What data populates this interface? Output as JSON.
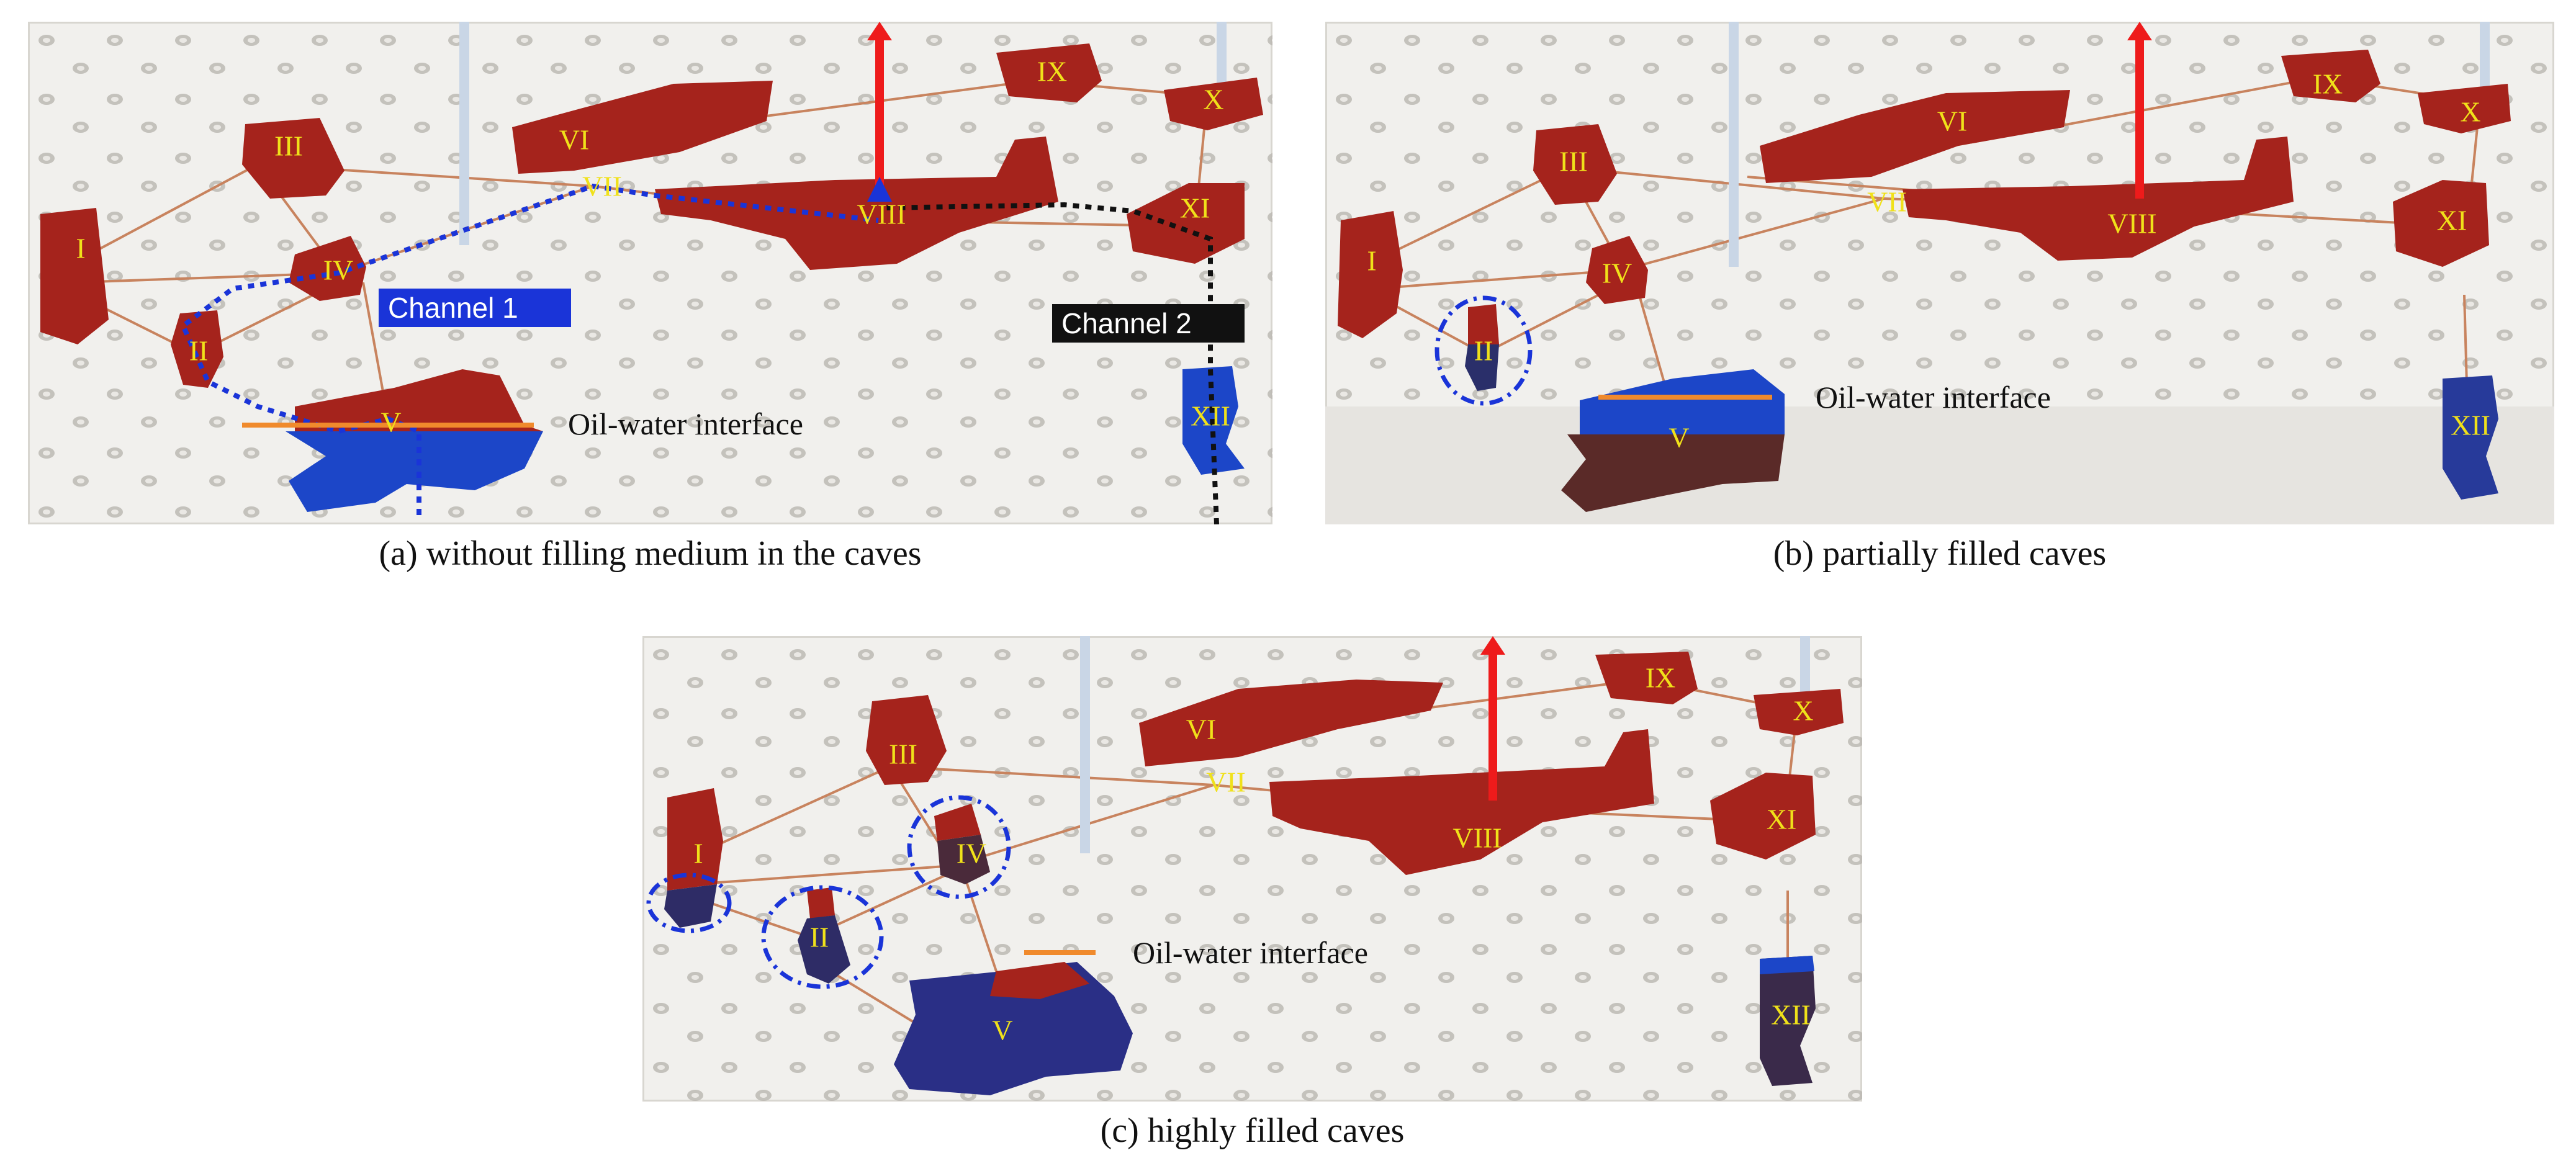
{
  "panels": {
    "a": {
      "caption": "(a) without filling medium in the caves",
      "interface_label": "Oil-water interface",
      "channel1": "Channel 1",
      "channel2": "Channel 2"
    },
    "b": {
      "caption": "(b) partially filled  caves",
      "interface_label": "Oil-water interface"
    },
    "c": {
      "caption": "(c) highly filled  caves",
      "interface_label": "Oil-water interface"
    }
  },
  "cave_labels": [
    "I",
    "II",
    "III",
    "IV",
    "V",
    "VI",
    "VII",
    "VIII",
    "IX",
    "X",
    "XI",
    "XII"
  ],
  "colors": {
    "oil": "#a5231c",
    "water": "#1c46c8",
    "interface": "#f08a2c",
    "injection_arrow": "#ee1b1b",
    "channel1": "#1a34d8",
    "channel2": "#111111",
    "cave_label": "#f0e11a"
  },
  "icons": [
    "injection-arrow-icon",
    "well-tube-icon"
  ]
}
